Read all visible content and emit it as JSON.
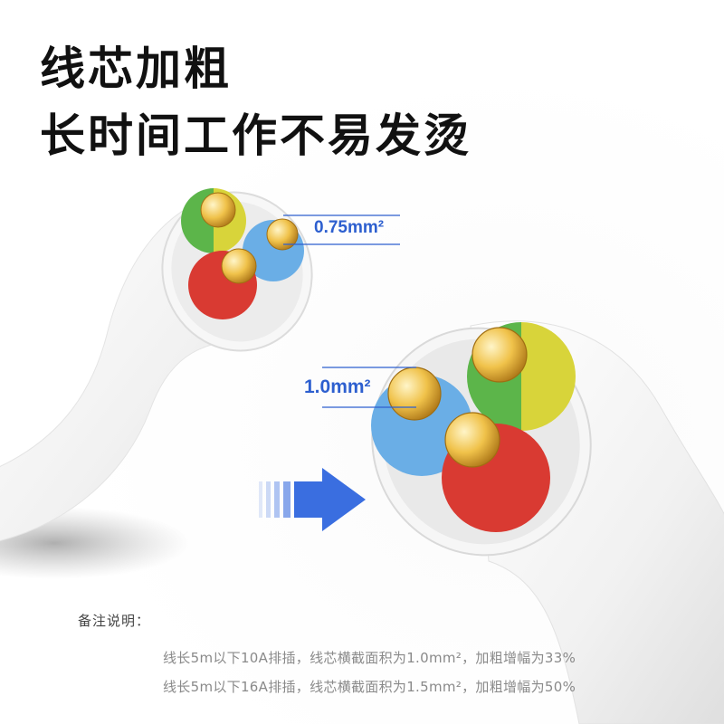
{
  "headline": {
    "line1": "线芯加粗",
    "line2": "长时间工作不易发烫"
  },
  "dimensions": {
    "small_cable": "0.75mm²",
    "large_cable": "1.0mm²"
  },
  "notes": {
    "title": "备注说明：",
    "lines": [
      "线长5m以下10A排插，线芯横截面积为1.0mm²，加粗增幅为33%",
      "线长5m以下16A排插，线芯横截面积为1.5mm²，加粗增幅为50%"
    ]
  },
  "colors": {
    "accent_blue": "#2d5fcf",
    "wire_green": "#5cb54a",
    "wire_yellow": "#d8d43a",
    "wire_blue": "#6aaee6",
    "wire_red": "#d93a32",
    "copper_strand": "#e8b43a"
  },
  "icons": [
    "arrow-right-icon"
  ]
}
